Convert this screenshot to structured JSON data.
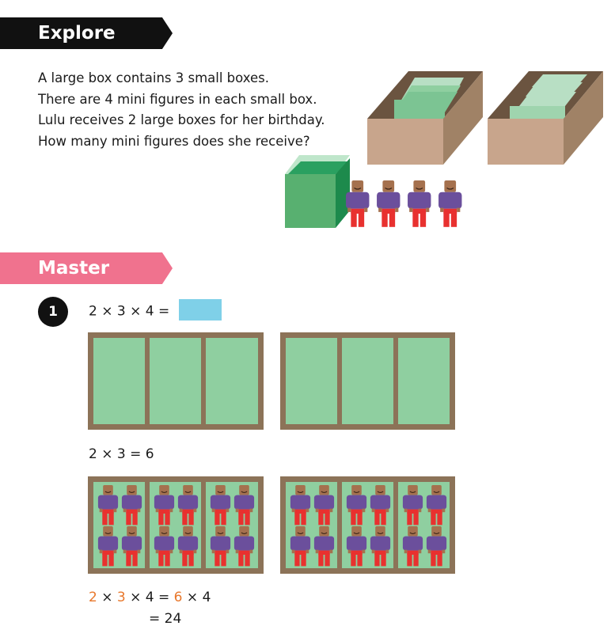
{
  "explore": {
    "title": "Explore",
    "lines": [
      "A large box contains 3 small boxes.",
      "There are 4 mini figures in each small box.",
      "Lulu receives 2 large boxes for her birthday.",
      "How many mini figures does she receive?"
    ]
  },
  "master": {
    "title": "Master",
    "question_number": "1",
    "question": {
      "a": "2",
      "x1": "×",
      "b": "3",
      "x2": "×",
      "c": "4",
      "eq": "="
    },
    "step1": "2 × 3 = 6",
    "step2": {
      "a": "2",
      "x1": "×",
      "b": "3",
      "x2": "×",
      "c": "4",
      "eq": "=",
      "d": "6",
      "x3": "×",
      "e": "4"
    },
    "step3": "= 24"
  },
  "colors": {
    "explore_banner": "#111111",
    "master_banner": "#f0728e",
    "answer_box": "#7fd0e8",
    "tray": "#8c7358",
    "cell": "#8fcfa0",
    "highlight": "#e8772b",
    "figure_shirt": "#6b4f9c",
    "figure_legs": "#e8312f",
    "figure_head": "#a5714e"
  }
}
